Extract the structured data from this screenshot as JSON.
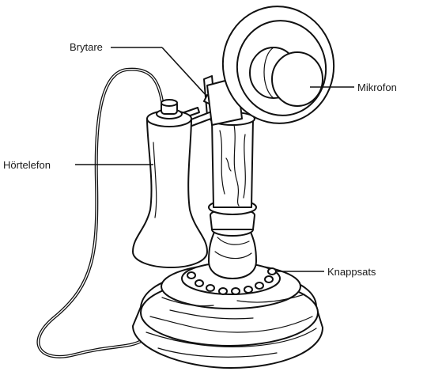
{
  "labels": {
    "brytare": "Brytare",
    "mikrofon": "Mikrofon",
    "hortelefon": "Hörtelefon",
    "knappsats": "Knappsats"
  },
  "icons": {
    "illustration": "candlestick-telephone-illustration"
  }
}
